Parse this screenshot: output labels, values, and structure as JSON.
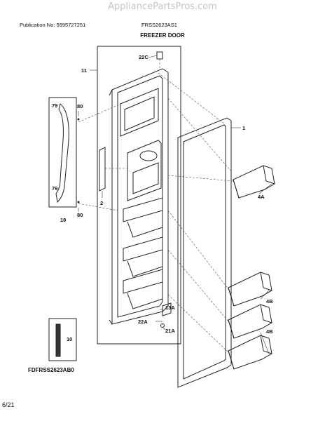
{
  "header": {
    "watermark": "AppliancePartsPros.com",
    "publication": "Publication No: 5995727251",
    "model": "FRSS2623AS1",
    "section_title": "FREEZER DOOR"
  },
  "footer": {
    "drawing_code": "FDFRSS2623AB0",
    "page_number": "6/21"
  },
  "callouts": {
    "door_outer_panel": "11",
    "shelf_4a": "4A",
    "shelf_4b_upper": "4B",
    "shelf_4b_lower": "4B",
    "gasket": "1",
    "handle_screw_top": "80",
    "handle_screw_bottom": "80",
    "handle_label_top": "79",
    "handle_label_bottom": "79",
    "handle_assembly": "18",
    "dispenser_cap": "22C",
    "nameplate": "2",
    "hinge_bushing": "13A",
    "hinge_cap": "22A",
    "hinge_screw": "21A",
    "tape_strip": "10"
  },
  "colors": {
    "line": "#222222",
    "leader": "#555555",
    "watermark": "#c4c4c4"
  }
}
